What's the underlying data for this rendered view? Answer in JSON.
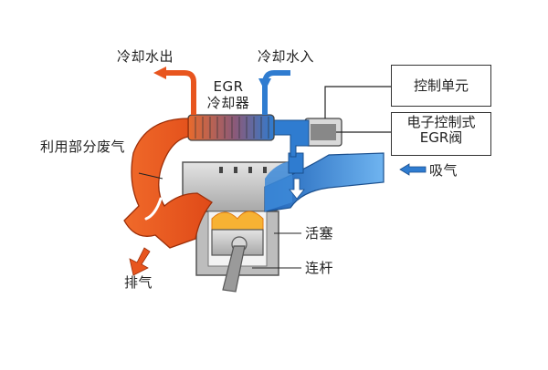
{
  "labels": {
    "coolant_out": "冷却水出",
    "coolant_in": "冷却水入",
    "egr_cooler_line1": "EGR",
    "egr_cooler_line2": "冷却器",
    "control_unit": "控制单元",
    "egr_valve_line1": "电子控制式",
    "egr_valve_line2": "EGR阀",
    "recirculated_exhaust": "利用部分废气",
    "intake": "吸气",
    "piston": "活塞",
    "connecting_rod": "连杆",
    "exhaust": "排气"
  },
  "colors": {
    "exhaust_flow": "#e8551e",
    "intake_flow": "#2f7cd0",
    "metal": "#c9c9c9",
    "outline": "#333333"
  }
}
